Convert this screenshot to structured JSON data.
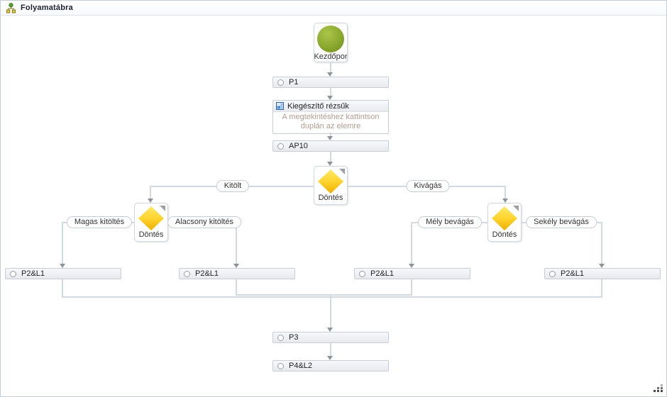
{
  "panel": {
    "title": "Folyamatábra"
  },
  "flow": {
    "start_label": "Kezdőpor",
    "p1_label": "P1",
    "sub_label": "Kiegészítő rézsűk",
    "sub_hint_line1": "A megtekintéshez kattintson",
    "sub_hint_line2": "duplán az elemre",
    "ap10_label": "AP10",
    "decision_main_label": "Döntés",
    "decision_left_label": "Döntés",
    "decision_right_label": "Döntés",
    "branch_labels": {
      "kitolt": "Kitölt",
      "kivagas": "Kivágás",
      "magas": "Magas kitöltés",
      "alacsony": "Alacsony kitöltés",
      "mely": "Mély bevágás",
      "sekely": "Sekély bevágás"
    },
    "p2_1_label": "P2&L1",
    "p2_2_label": "P2&L1",
    "p2_3_label": "P2&L1",
    "p2_4_label": "P2&L1",
    "p3_label": "P3",
    "p4_label": "P4&L2"
  },
  "colors": {
    "start_node_green": "#86a52c",
    "decision_yellow": "#ffd42e",
    "edge_line": "#d3d9e1",
    "arrowhead": "#8e9399",
    "hint_text": "#b29c90"
  }
}
